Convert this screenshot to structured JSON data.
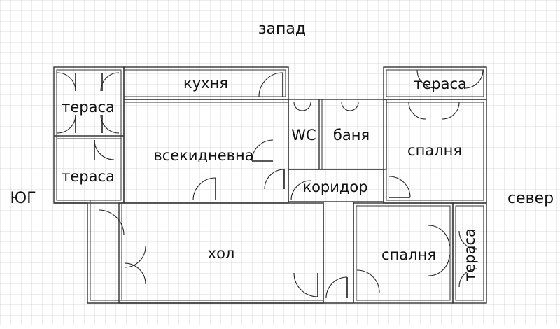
{
  "compass": {
    "west": "запад",
    "south": "ЮГ",
    "north": "север"
  },
  "rooms": {
    "kitchen": "кухня",
    "terrace_top_left": "тераса",
    "terrace_left": "тераса",
    "terrace_top_right": "тераса",
    "terrace_right": "тераса",
    "living_room": "всекидневна",
    "wc": "WC",
    "bathroom": "баня",
    "bedroom_top": "спалня",
    "corridor": "коридор",
    "hall": "хол",
    "bedroom_bottom": "спалня"
  },
  "colors": {
    "grid": "#c8c8c8",
    "wall_stroke": "#333333",
    "background": "#ffffff"
  }
}
